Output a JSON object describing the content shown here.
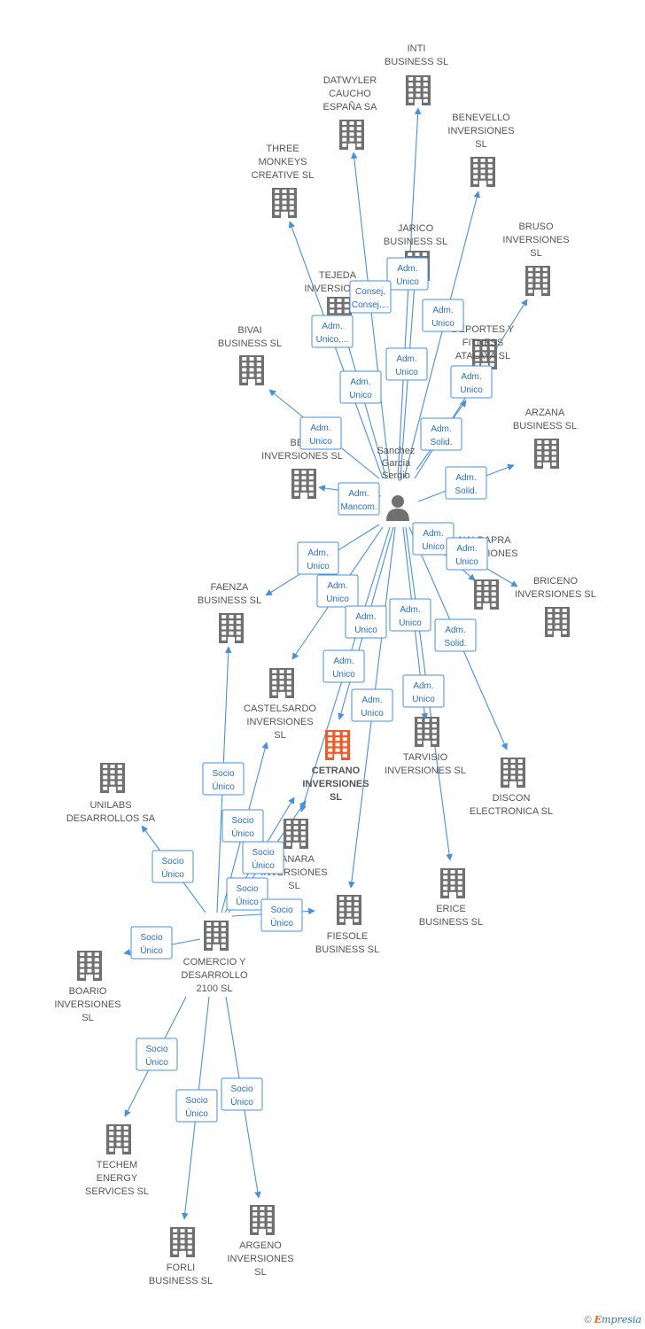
{
  "colors": {
    "edge": "#4a90d9",
    "building": "#707070",
    "focus": "#f05a28",
    "person": "#707070"
  },
  "person": {
    "id": "sanchez",
    "lines": [
      "Sanchez",
      "Garcia",
      "Sergio"
    ]
  },
  "nodes": [
    {
      "id": "inti",
      "lines": [
        "INTI",
        "BUSINESS SL"
      ]
    },
    {
      "id": "datwyler",
      "lines": [
        "DATWYLER",
        "CAUCHO",
        "ESPAÑA SA"
      ]
    },
    {
      "id": "benevello",
      "lines": [
        "BENEVELLO",
        "INVERSIONES",
        "SL"
      ]
    },
    {
      "id": "threemonkeys",
      "lines": [
        "THREE",
        "MONKEYS",
        "CREATIVE  SL"
      ]
    },
    {
      "id": "jarico",
      "lines": [
        "JARICO",
        "BUSINESS SL"
      ]
    },
    {
      "id": "bruso",
      "lines": [
        "BRUSO",
        "INVERSIONES",
        "SL"
      ]
    },
    {
      "id": "tejeda",
      "lines": [
        "TEJEDA",
        "INVERSIONES"
      ]
    },
    {
      "id": "deportes",
      "lines": [
        "DEPORTES Y",
        "FITNESS",
        "ATALAYA SL"
      ]
    },
    {
      "id": "bivai",
      "lines": [
        "BIVAI",
        "BUSINESS  SL"
      ]
    },
    {
      "id": "arzana",
      "lines": [
        "ARZANA",
        "BUSINESS SL"
      ]
    },
    {
      "id": "bell",
      "lines": [
        "BELL",
        "INVERSIONES SL"
      ]
    },
    {
      "id": "naldapra",
      "lines": [
        "NALDAPRA",
        "INVERSIONES"
      ]
    },
    {
      "id": "briceno",
      "lines": [
        "BRICENO",
        "INVERSIONES SL"
      ]
    },
    {
      "id": "faenza",
      "lines": [
        "FAENZA",
        "BUSINESS  SL"
      ]
    },
    {
      "id": "castelsardo",
      "lines": [
        "CASTELSARDO",
        "INVERSIONES",
        "SL"
      ]
    },
    {
      "id": "tarvisio",
      "lines": [
        "TARVISIO",
        "INVERSIONES SL"
      ]
    },
    {
      "id": "cetrano",
      "lines": [
        "CETRANO",
        "INVERSIONES",
        "SL"
      ],
      "focus": true
    },
    {
      "id": "discon",
      "lines": [
        "DISCON",
        "ELECTRONICA SL"
      ]
    },
    {
      "id": "unilabs",
      "lines": [
        "UNILABS",
        "DESARROLLOS SA"
      ]
    },
    {
      "id": "canara",
      "lines": [
        "CANARA",
        "INVERSIONES",
        "SL"
      ]
    },
    {
      "id": "erice",
      "lines": [
        "ERICE",
        "BUSINESS SL"
      ]
    },
    {
      "id": "fiesole",
      "lines": [
        "FIESOLE",
        "BUSINESS  SL"
      ]
    },
    {
      "id": "comercio",
      "lines": [
        "COMERCIO Y",
        "DESARROLLO",
        "2100  SL"
      ]
    },
    {
      "id": "boario",
      "lines": [
        "BOARIO",
        "INVERSIONES",
        "SL"
      ]
    },
    {
      "id": "techem",
      "lines": [
        "TECHEM",
        "ENERGY",
        "SERVICES  SL"
      ]
    },
    {
      "id": "forli",
      "lines": [
        "FORLI",
        "BUSINESS  SL"
      ]
    },
    {
      "id": "argeno",
      "lines": [
        "ARGENO",
        "INVERSIONES",
        "SL"
      ]
    }
  ],
  "edges": [
    {
      "from": "sanchez",
      "to": "inti",
      "lines": [
        "Adm.",
        "Unico"
      ]
    },
    {
      "from": "sanchez",
      "to": "datwyler",
      "lines": [
        "Consej.",
        "Consej...."
      ]
    },
    {
      "from": "sanchez",
      "to": "benevello",
      "lines": [
        "Adm.",
        "Unico"
      ]
    },
    {
      "from": "sanchez",
      "to": "threemonkeys",
      "lines": [
        "Adm.",
        "Unico,..."
      ]
    },
    {
      "from": "sanchez",
      "to": "jarico",
      "lines": [
        "Adm.",
        "Unico"
      ]
    },
    {
      "from": "sanchez",
      "to": "bruso",
      "lines": [
        "Adm.",
        "Unico"
      ]
    },
    {
      "from": "sanchez",
      "to": "tejeda",
      "lines": [
        "Adm.",
        "Unico"
      ]
    },
    {
      "from": "sanchez",
      "to": "deportes",
      "lines": [
        "Adm.",
        "Solid."
      ]
    },
    {
      "from": "sanchez",
      "to": "bivai",
      "lines": [
        "Adm.",
        "Unico"
      ]
    },
    {
      "from": "sanchez",
      "to": "arzana",
      "lines": [
        "Adm.",
        "Solid."
      ]
    },
    {
      "from": "sanchez",
      "to": "bell",
      "lines": [
        "Adm.",
        "Mancom."
      ]
    },
    {
      "from": "sanchez",
      "to": "naldapra",
      "lines": [
        "Adm.",
        "Unico"
      ]
    },
    {
      "from": "sanchez",
      "to": "briceno",
      "lines": [
        "Adm.",
        "Unico"
      ]
    },
    {
      "from": "sanchez",
      "to": "faenza",
      "lines": [
        "Adm.",
        "Unico"
      ]
    },
    {
      "from": "sanchez",
      "to": "castelsardo",
      "lines": [
        "Adm.",
        "Unico"
      ]
    },
    {
      "from": "sanchez",
      "to": "tarvisio",
      "lines": [
        "Adm.",
        "Unico"
      ]
    },
    {
      "from": "sanchez",
      "to": "cetrano",
      "lines": [
        "Adm.",
        "Unico"
      ]
    },
    {
      "from": "sanchez",
      "to": "discon",
      "lines": [
        "Adm.",
        "Solid."
      ]
    },
    {
      "from": "sanchez",
      "to": "canara",
      "lines": [
        "Adm.",
        "Unico"
      ]
    },
    {
      "from": "sanchez",
      "to": "erice",
      "lines": [
        "Adm.",
        "Unico"
      ]
    },
    {
      "from": "sanchez",
      "to": "fiesole",
      "lines": [
        "Adm.",
        "Unico"
      ]
    },
    {
      "from": "comercio",
      "to": "faenza",
      "lines": [
        "Socio",
        "Único"
      ]
    },
    {
      "from": "comercio",
      "to": "castelsardo",
      "lines": [
        "Socio",
        "Único"
      ]
    },
    {
      "from": "comercio",
      "to": "unilabs",
      "lines": [
        "Socio",
        "Único"
      ]
    },
    {
      "from": "comercio",
      "to": "canara",
      "lines": [
        "Socio",
        "Único"
      ]
    },
    {
      "from": "comercio",
      "to": "cetrano",
      "lines": [
        "Socio",
        "Único"
      ]
    },
    {
      "from": "comercio",
      "to": "fiesole",
      "lines": [
        "Socio",
        "Único"
      ]
    },
    {
      "from": "comercio",
      "to": "boario",
      "lines": [
        "Socio",
        "Único"
      ]
    },
    {
      "from": "comercio",
      "to": "techem",
      "lines": [
        "Socio",
        "Único"
      ]
    },
    {
      "from": "comercio",
      "to": "forli",
      "lines": [
        "Socio",
        "Único"
      ]
    },
    {
      "from": "comercio",
      "to": "argeno",
      "lines": [
        "Socio",
        "Único"
      ]
    }
  ],
  "footer": {
    "copyright": "©",
    "brand_first": "E",
    "brand_rest": "mpresia"
  }
}
